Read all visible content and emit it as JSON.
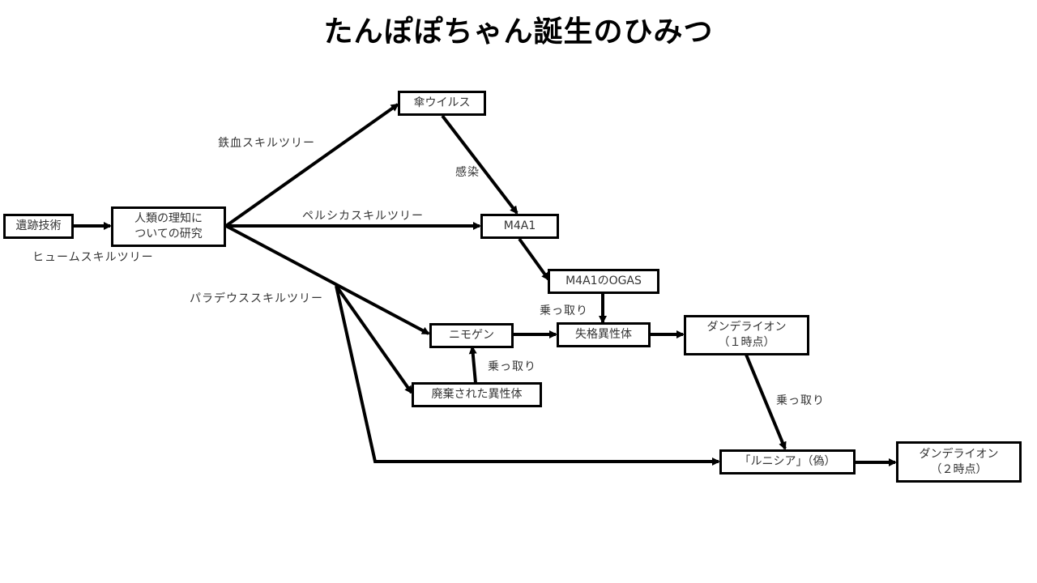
{
  "title": "たんぽぽちゃん誕生のひみつ",
  "colors": {
    "line": "#000000",
    "text": "#333333",
    "background": "#ffffff"
  },
  "nodes": {
    "iseki": "遺跡技術",
    "jinrui": "人類の理知に\nついての研究",
    "kasa": "傘ウイルス",
    "m4a1": "M4A1",
    "ogas": "M4A1のOGAS",
    "nimogen": "ニモゲン",
    "haiki": "廃棄された異性体",
    "shikkaku": "失格異性体",
    "dandelion1": "ダンデライオン\n（１時点）",
    "lunisia": "「ルニシア」（偽）",
    "dandelion2": "ダンデライオン\n（２時点）"
  },
  "edge_labels": {
    "hume": "ヒュームスキルツリー",
    "tekketsu": "鉄血スキルツリー",
    "persica": "ペルシカスキルツリー",
    "paradeus": "パラデウススキルツリー",
    "infection": "感染",
    "takeover1": "乗っ取り",
    "takeover2": "乗っ取り",
    "takeover3": "乗っ取り"
  },
  "edges": [
    {
      "from": "iseki",
      "to": "jinrui"
    },
    {
      "from": "jinrui",
      "to": "kasa",
      "label": "tekketsu"
    },
    {
      "from": "jinrui",
      "to": "m4a1",
      "label": "persica"
    },
    {
      "from": "jinrui",
      "to": "nimogen",
      "label": "paradeus"
    },
    {
      "from": "paradeus-branch",
      "to": "haiki"
    },
    {
      "from": "paradeus-branch",
      "to": "lunisia"
    },
    {
      "from": "kasa",
      "to": "m4a1",
      "label": "infection"
    },
    {
      "from": "m4a1",
      "to": "ogas"
    },
    {
      "from": "ogas",
      "to": "shikkaku",
      "label": "takeover1"
    },
    {
      "from": "haiki",
      "to": "nimogen",
      "label": "takeover2"
    },
    {
      "from": "nimogen",
      "to": "shikkaku"
    },
    {
      "from": "shikkaku",
      "to": "dandelion1"
    },
    {
      "from": "dandelion1",
      "to": "lunisia",
      "label": "takeover3"
    },
    {
      "from": "lunisia",
      "to": "dandelion2"
    }
  ]
}
